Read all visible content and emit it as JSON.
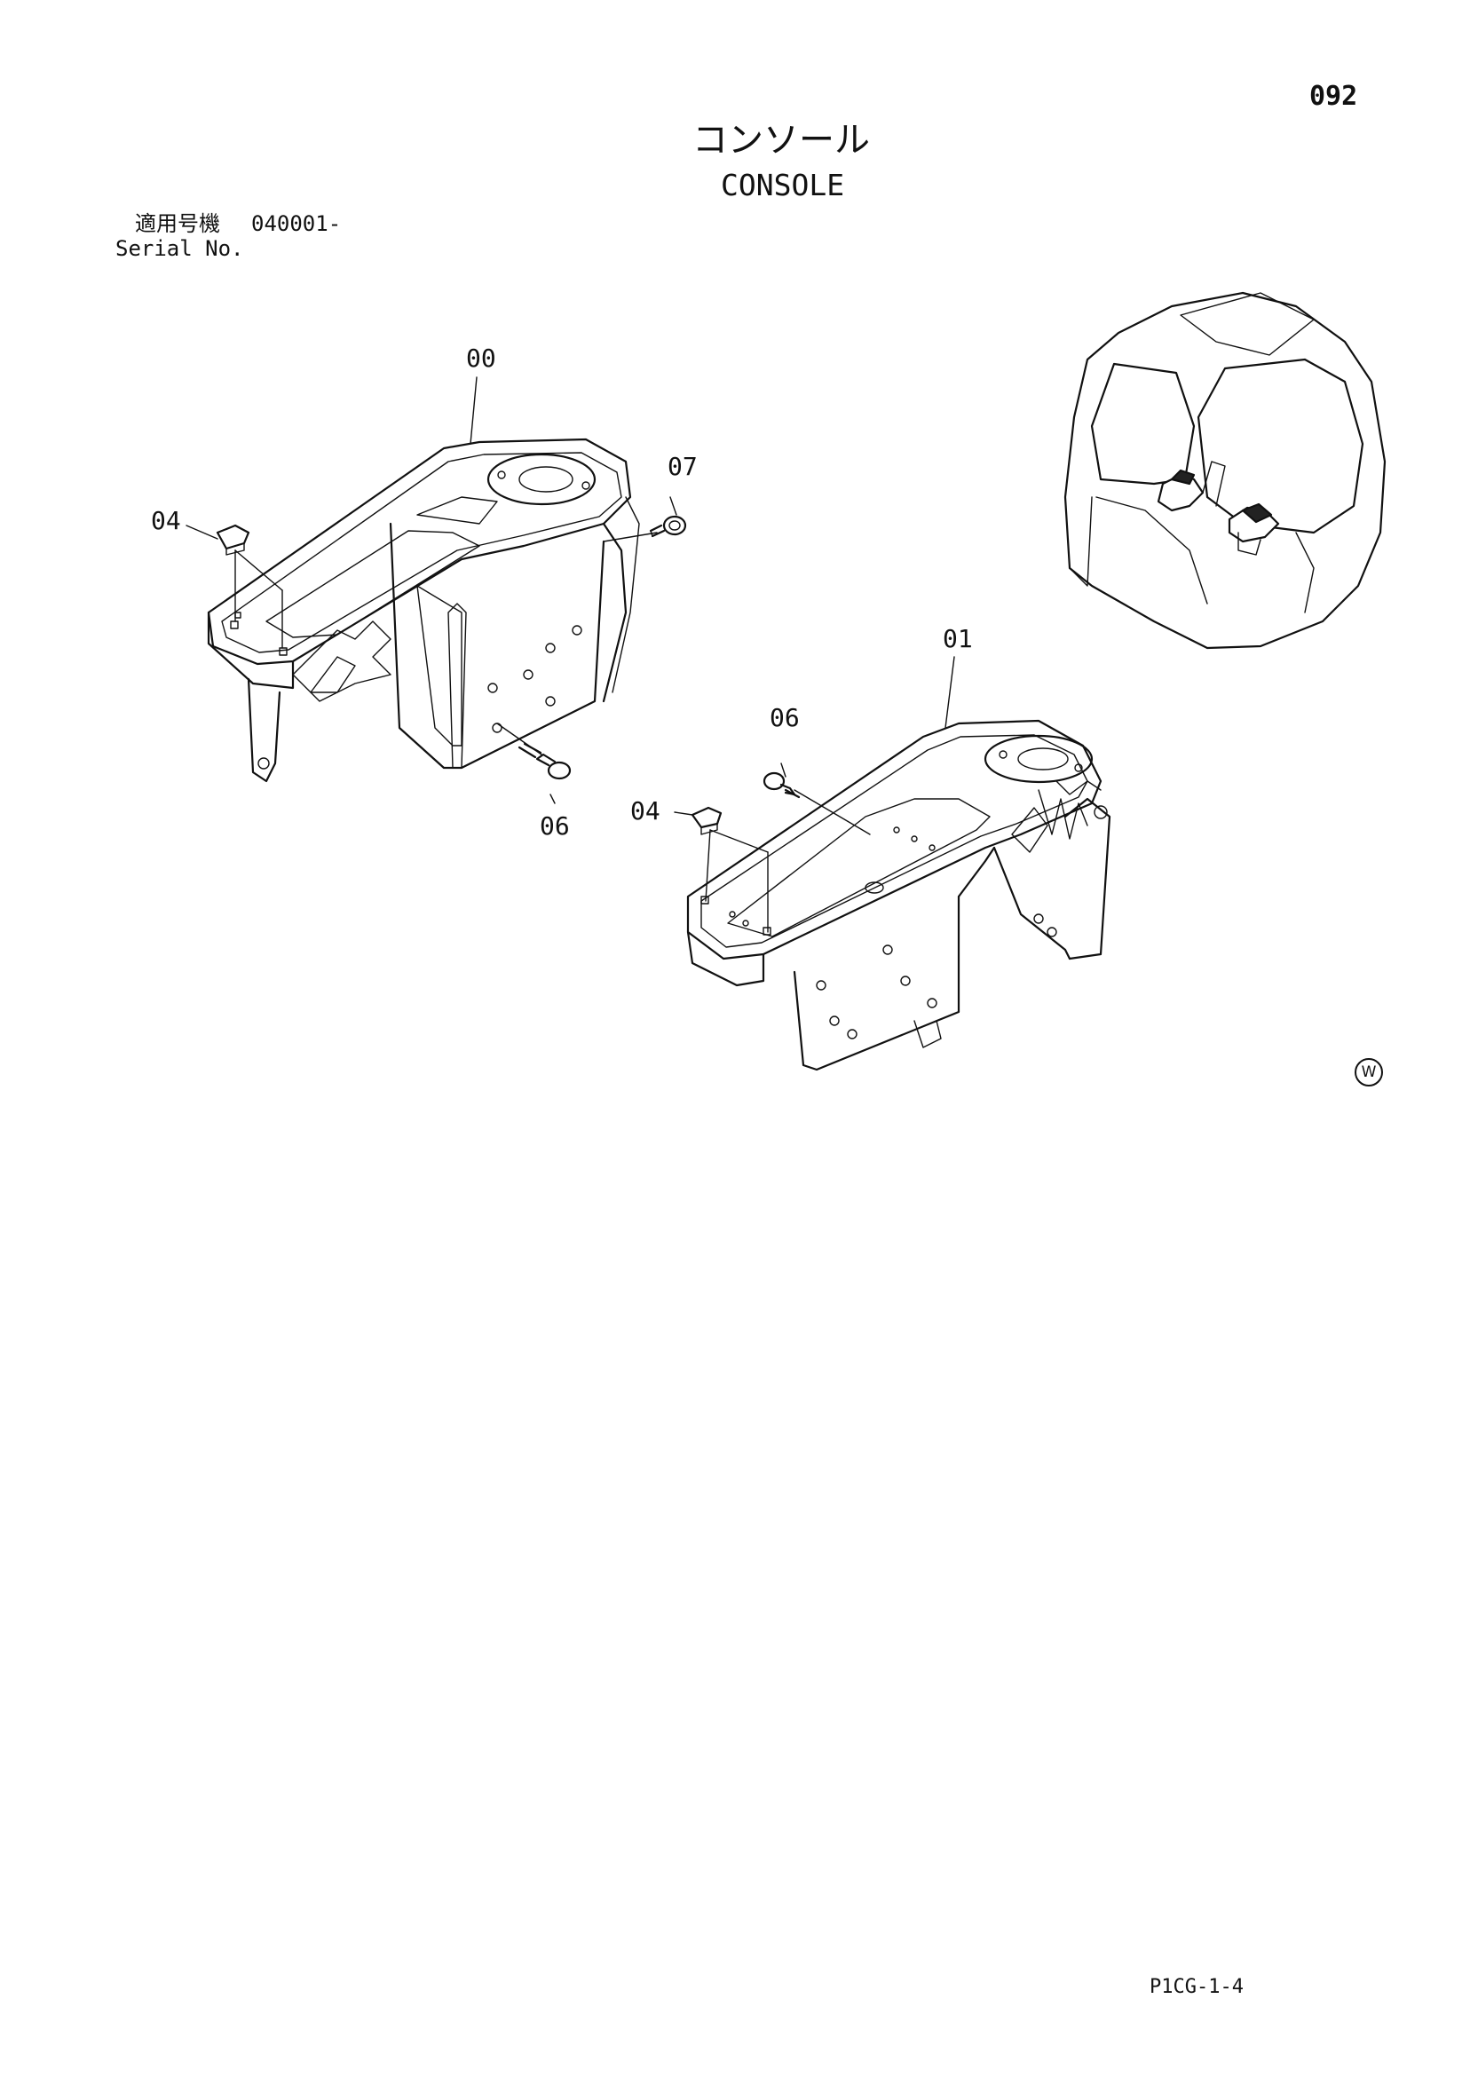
{
  "page_number": "092",
  "title_jp": "コンソール",
  "title_en": "CONSOLE",
  "serial": {
    "label_jp": "適用号機",
    "value": "040001-",
    "label_en": "Serial No."
  },
  "callouts": {
    "c00": "00",
    "c07": "07",
    "c04a": "04",
    "c06a": "06",
    "c01": "01",
    "c06b": "06",
    "c04b": "04"
  },
  "mark": "W",
  "footer_code": "P1CG-1-4",
  "icons": [
    "console-left-part",
    "console-right-part",
    "cab-overview",
    "bolt-icon",
    "cap-icon",
    "w-circle-mark"
  ]
}
